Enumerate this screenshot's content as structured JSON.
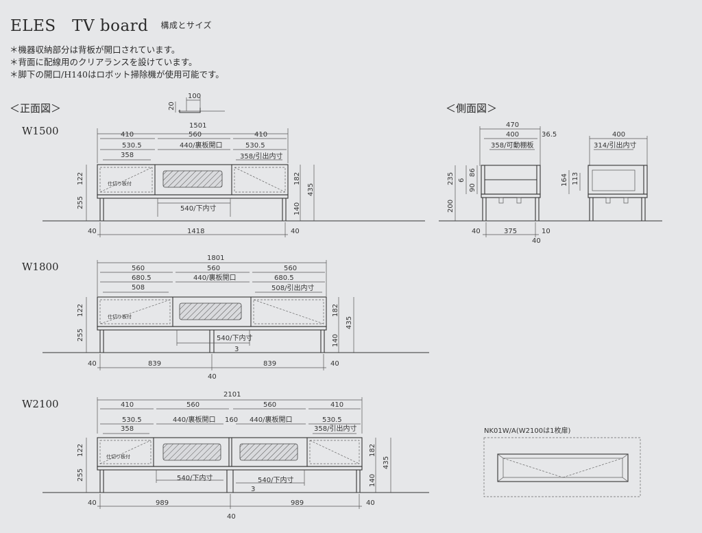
{
  "header": {
    "title": "ELES　TV board",
    "subtitle": "構成とサイズ"
  },
  "notes": [
    "＊機器収納部分は背板が開口されています。",
    "＊背面に配線用のクリアランスを設けています。",
    "＊脚下の開口/H140はロボット掃除機が使用可能です。"
  ],
  "sections": {
    "front": "＜正面図＞",
    "side": "＜側面図＞"
  },
  "models": {
    "w1500": "W1500",
    "w1800": "W1800",
    "w2100": "W2100"
  },
  "labels": {
    "back_open": "440/裏板開口",
    "inner_draw": "358/引出内寸",
    "inner_draw_508": "508/引出内寸",
    "inner_low": "540/下内寸",
    "partition": "仕切り板付",
    "shelf": "358/可動棚板",
    "draw_314": "314/引出内寸",
    "door_note": "NK01W/A(W2100は1枚扉)"
  },
  "dims": {
    "top100": "100",
    "top20": "20",
    "w1500": {
      "total": "1501",
      "s410a": "410",
      "s560": "560",
      "s410b": "410",
      "s530a": "530.5",
      "s530b": "530.5",
      "s358": "358",
      "h122": "122",
      "h255": "255",
      "h182": "182",
      "h435": "435",
      "h140": "140",
      "l40a": "40",
      "l1418": "1418",
      "l40b": "40"
    },
    "w1800": {
      "total": "1801",
      "s560a": "560",
      "s560b": "560",
      "s560c": "560",
      "s680a": "680.5",
      "s680b": "680.5",
      "s508": "508",
      "h122": "122",
      "h255": "255",
      "h182": "182",
      "h435": "435",
      "h140": "140",
      "n3": "3",
      "l40a": "40",
      "l839a": "839",
      "l839b": "839",
      "l40b": "40",
      "l40c": "40"
    },
    "w2100": {
      "total": "2101",
      "s410a": "410",
      "s560a": "560",
      "s560b": "560",
      "s410b": "410",
      "s530a": "530.5",
      "s160": "160",
      "s530b": "530.5",
      "s358": "358",
      "h122": "122",
      "h255": "255",
      "h182": "182",
      "h435": "435",
      "h140": "140",
      "n3": "3",
      "l40a": "40",
      "l989a": "989",
      "l989b": "989",
      "l40b": "40",
      "l40c": "40"
    },
    "side": {
      "d470": "470",
      "d400": "400",
      "d36": "36.5",
      "h235": "235",
      "h6": "6",
      "h86": "86",
      "h90": "90",
      "h200": "200",
      "b40a": "40",
      "b375": "375",
      "b10": "10",
      "b40b": "40",
      "d400b": "400",
      "h164": "164",
      "h113": "113"
    }
  }
}
